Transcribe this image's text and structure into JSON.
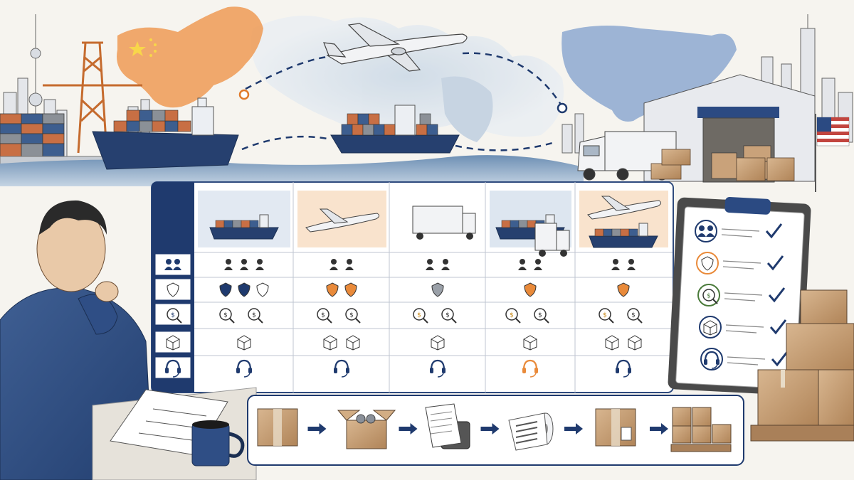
{
  "palette": {
    "navy": "#1f3a6e",
    "orange": "#e98a3a",
    "paper": "#f6f4ef",
    "cardboard": "#c9a27a",
    "water": "#3d6a9a",
    "gray": "#555555"
  },
  "header_scene": {
    "origin_region": "china-map",
    "destination_region": "usa-map",
    "route_markers": [
      "origin-dot",
      "destination-dot"
    ],
    "transports": [
      "cargo-ship",
      "airplane",
      "container-ship",
      "semi-truck"
    ],
    "destination_building": "warehouse",
    "flag": "us-flag"
  },
  "comparison_table": {
    "row_icons": [
      "people-icon",
      "shield-icon",
      "cost-search-icon",
      "box-icon",
      "headset-icon"
    ],
    "columns": [
      {
        "mode": "sea-freight",
        "people": 3,
        "shields": 3,
        "shield_color": "navy",
        "cost_icons": 2,
        "boxes": 1,
        "headset_color": "navy"
      },
      {
        "mode": "air-freight",
        "people": 2,
        "shields": 2,
        "shield_color": "orange",
        "cost_icons": 2,
        "boxes": 2,
        "headset_color": "navy"
      },
      {
        "mode": "truck-freight",
        "people": 2,
        "shields": 1,
        "shield_color": "gray",
        "cost_icons": 2,
        "boxes": 1,
        "headset_color": "navy"
      },
      {
        "mode": "sea-truck",
        "people": 2,
        "shields": 1,
        "shield_color": "orange",
        "cost_icons": 2,
        "boxes": 1,
        "headset_color": "orange"
      },
      {
        "mode": "air-sea",
        "people": 2,
        "shields": 1,
        "shield_color": "orange",
        "cost_icons": 2,
        "boxes": 2,
        "headset_color": "navy"
      }
    ]
  },
  "clipboard": {
    "items": [
      "people-icon",
      "shield-icon",
      "cost-search-icon",
      "box-icon",
      "headset-icon"
    ],
    "checked": [
      true,
      true,
      true,
      true,
      true
    ]
  },
  "process_flow": {
    "steps": [
      "closed-box",
      "open-box-with-items",
      "label-printer",
      "label-roll",
      "labeled-box",
      "palletized-boxes"
    ]
  }
}
